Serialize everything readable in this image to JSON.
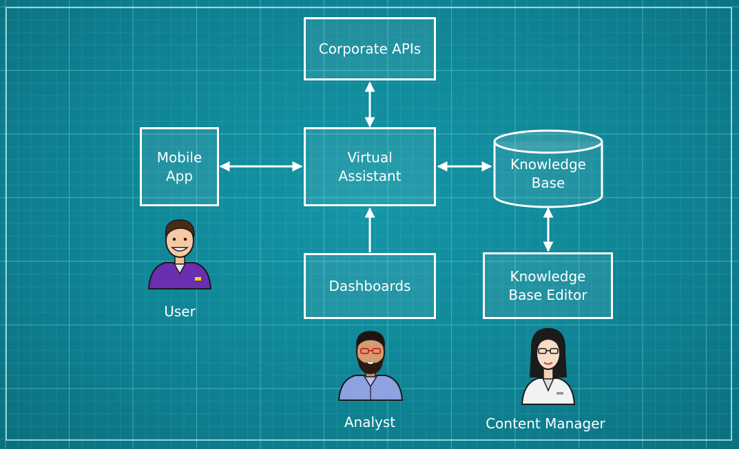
{
  "nodes": {
    "corporate_apis": "Corporate APIs",
    "mobile_app": "Mobile\nApp",
    "virtual_assistant": "Virtual\nAssistant",
    "knowledge_base": "Knowledge\nBase",
    "dashboards": "Dashboards",
    "knowledge_base_editor": "Knowledge\nBase Editor"
  },
  "actors": {
    "user": "User",
    "analyst": "Analyst",
    "content_manager": "Content Manager"
  },
  "colors": {
    "background": "#0f8494",
    "line": "#ffffff",
    "grid": "#6fd3de",
    "user_shirt": "#6a2fb0",
    "analyst_shirt": "#8ea2e0",
    "content_manager_coat": "#f2f2f2"
  },
  "icons": [
    "user-avatar-icon",
    "analyst-avatar-icon",
    "content-manager-avatar-icon"
  ]
}
